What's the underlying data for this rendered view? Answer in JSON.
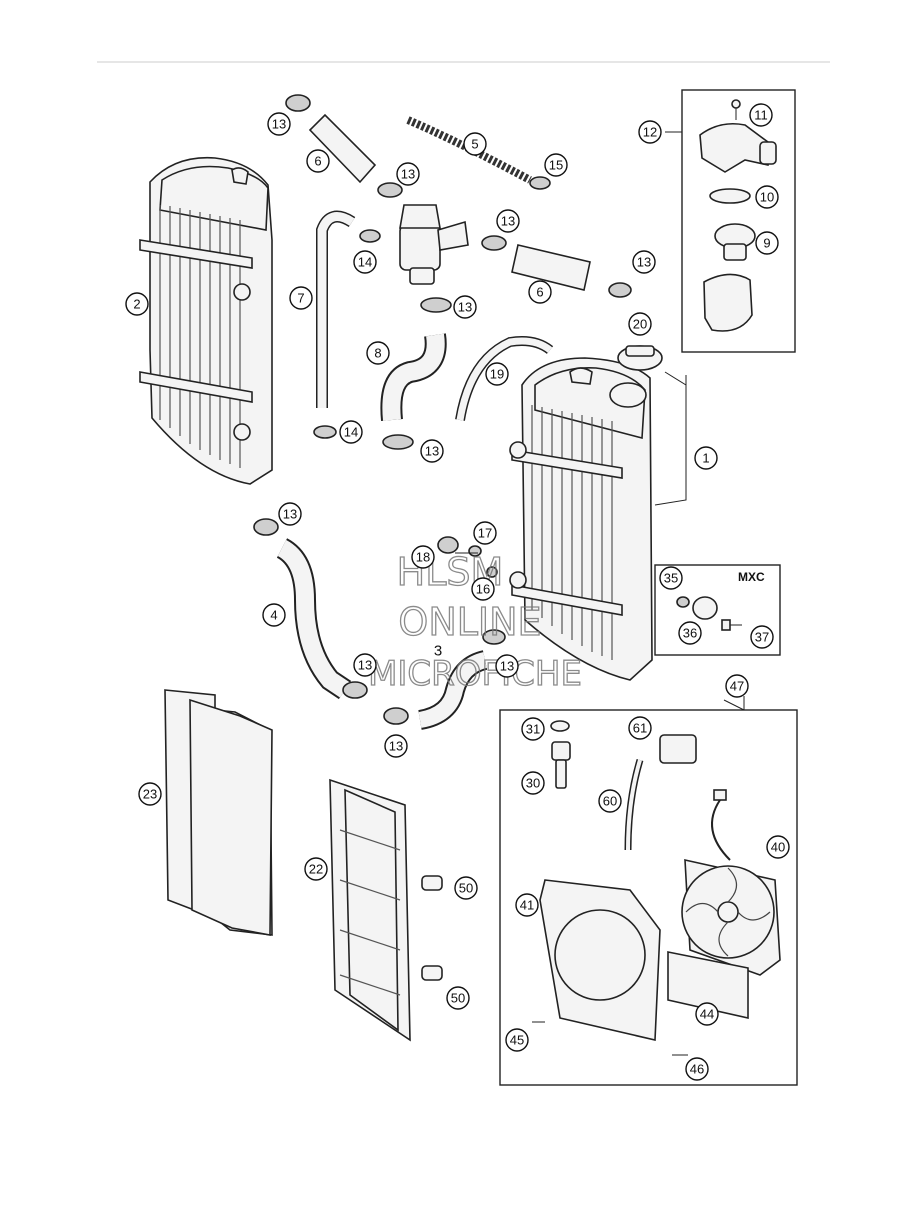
{
  "labels": {
    "l1": "1",
    "l2": "2",
    "l3": "3",
    "l4": "4",
    "l5": "5",
    "l6a": "6",
    "l6b": "6",
    "l7": "7",
    "l8": "8",
    "l9": "9",
    "l10": "10",
    "l11": "11",
    "l12": "12",
    "l13a": "13",
    "l13b": "13",
    "l13c": "13",
    "l13d": "13",
    "l13e": "13",
    "l13f": "13",
    "l13g": "13",
    "l13h": "13",
    "l13i": "13",
    "l13j": "13",
    "l14a": "14",
    "l14b": "14",
    "l15": "15",
    "l16": "16",
    "l17": "17",
    "l18": "18",
    "l19": "19",
    "l20": "20",
    "l22": "22",
    "l23": "23",
    "l30": "30",
    "l31": "31",
    "l35": "35",
    "l36": "36",
    "l37": "37",
    "l40": "40",
    "l41": "41",
    "l44": "44",
    "l45": "45",
    "l46": "46",
    "l47": "47",
    "l50a": "50",
    "l50b": "50",
    "l60": "60",
    "l61": "61"
  },
  "mxc_label": "MXC",
  "watermark": {
    "line1": "HLSM",
    "line2": "ONLINE",
    "line3": "MICROFICHE"
  }
}
